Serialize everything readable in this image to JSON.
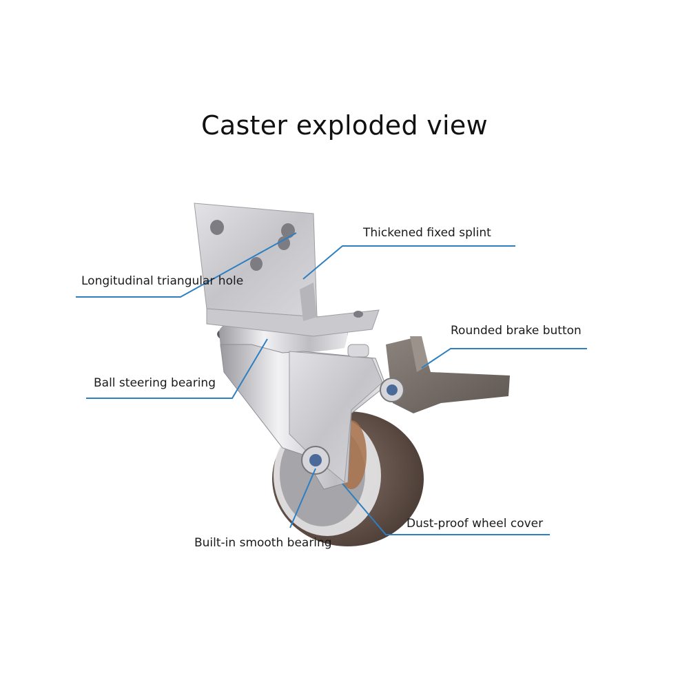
{
  "title": "Caster exploded view",
  "labels": {
    "splint": "Thickened fixed splint",
    "hole": "Longitudinal triangular hole",
    "brake": "Rounded brake button",
    "ball_bearing": "Ball steering bearing",
    "dust_cover": "Dust-proof wheel cover",
    "smooth_bearing": "Built-in smooth bearing"
  },
  "colors": {
    "leader_line": "#2d7fc1",
    "metal": "#c9c9cc",
    "brake": "#7a706a",
    "wheel": "#6b5a52"
  }
}
